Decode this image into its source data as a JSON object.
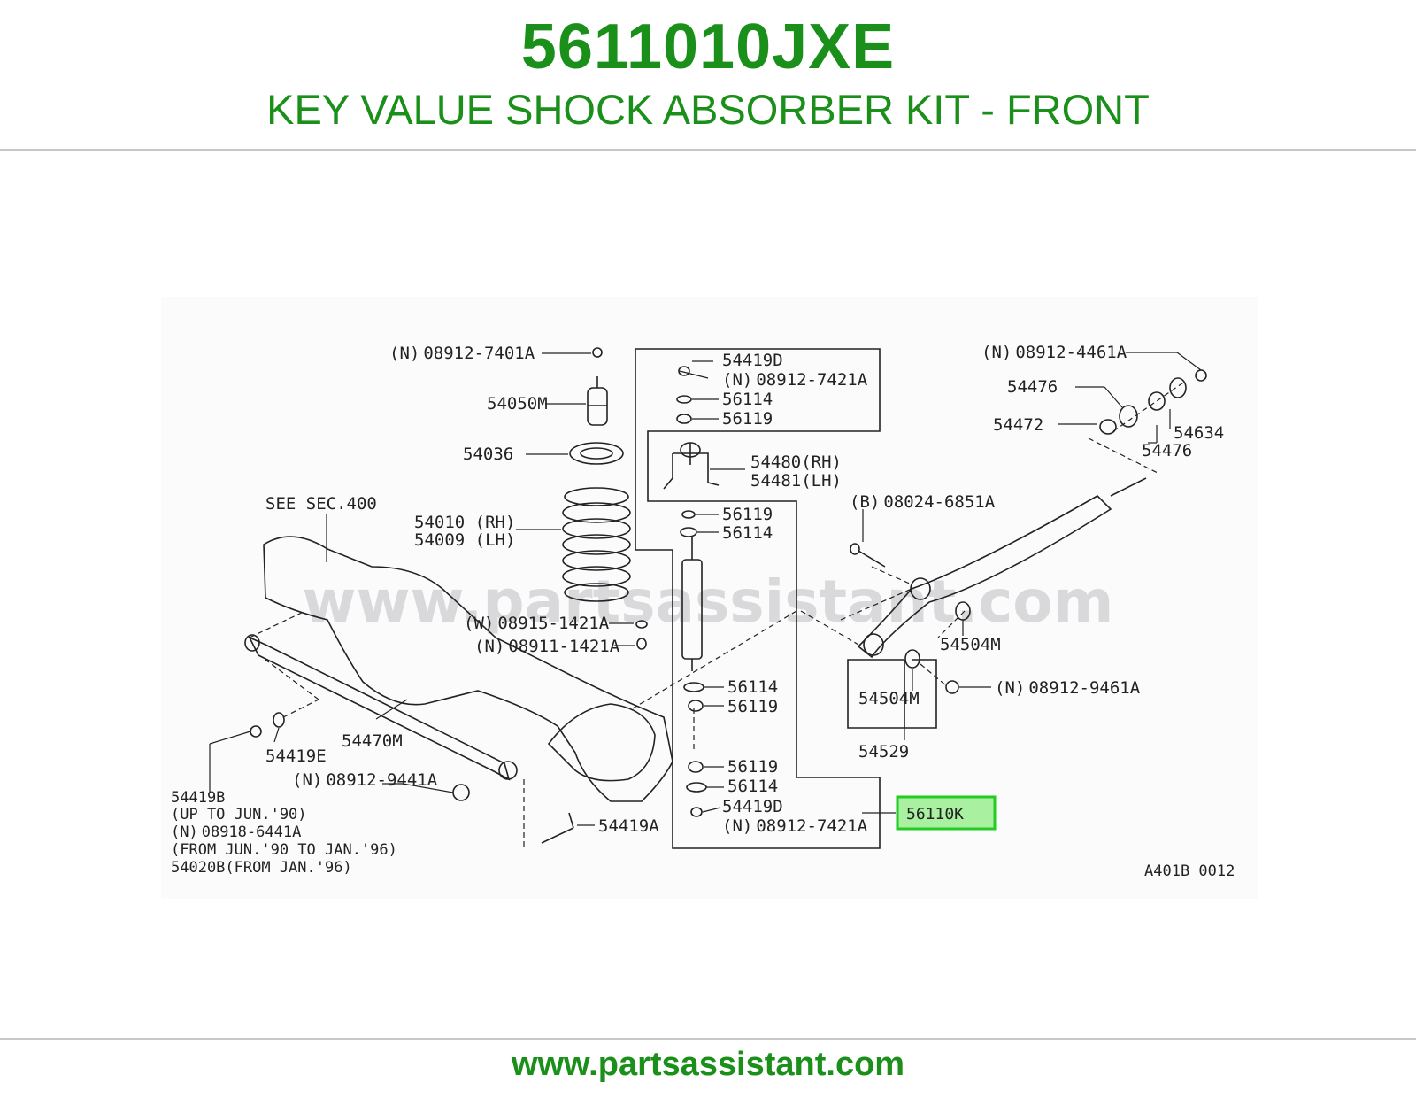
{
  "header": {
    "part_number": "5611010JXE",
    "description": "KEY VALUE SHOCK ABSORBER KIT - FRONT"
  },
  "diagram": {
    "watermark": "www.partsassistant.com",
    "code": "A401B 0012",
    "labels": {
      "l1": "08912-7401A",
      "l2": "54050M",
      "l3": "54036",
      "l4": "SEE SEC.400",
      "l5": "54010 (RH)",
      "l6": "54009 (LH)",
      "l7": "08915-1421A",
      "l8": "08911-1421A",
      "l9": "54419D",
      "l10": "08912-7421A",
      "l11": "56114",
      "l12": "56119",
      "l13": "54480(RH)",
      "l14": "54481(LH)",
      "l15": "56119",
      "l16": "56114",
      "l17": "56114",
      "l18": "56119",
      "l19": "56119",
      "l20": "56114",
      "l21": "54419D",
      "l22": "08912-7421A",
      "l23": "08912-4461A",
      "l24": "54476",
      "l25": "54472",
      "l26": "54634",
      "l27": "54476",
      "l28": "08024-6851A",
      "l29": "54504M",
      "l30": "54504M",
      "l31": "08912-9461A",
      "l32": "54529",
      "l33": "54470M",
      "l34": "54419E",
      "l35": "08912-9441A",
      "l36": "54419B",
      "l37": "(UP TO JUN.'90)",
      "l38": "08918-6441A",
      "l39": "(FROM JUN.'90 TO JAN.'96)",
      "l40": "54020B(FROM JAN.'96)",
      "l41": "54419A"
    },
    "prefixes": {
      "n": "N",
      "w": "W",
      "b": "B"
    },
    "highlight_label": "56110K"
  },
  "footer": {
    "url": "www.partsassistant.com"
  },
  "colors": {
    "brand_green": "#1a8f1a",
    "highlight_border": "#22cc22",
    "highlight_fill": "#a9f0a0"
  }
}
